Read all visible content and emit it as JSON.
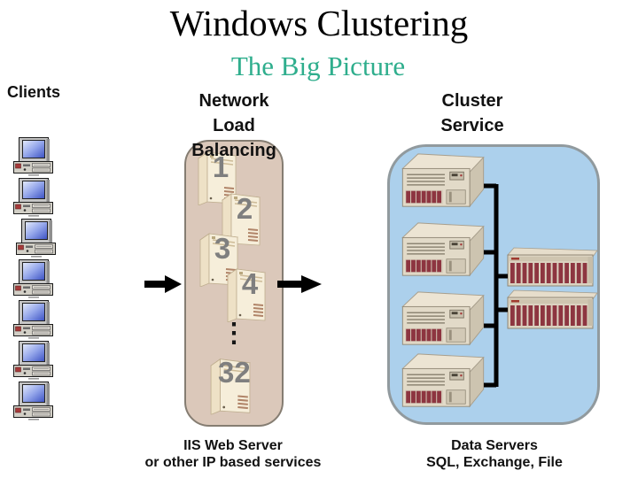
{
  "slide": {
    "title": "Windows Clustering",
    "subtitle": "The Big Picture"
  },
  "clients": {
    "label": "Clients",
    "count": 7
  },
  "nlb": {
    "label_lines": [
      "Network",
      "Load",
      "Balancing"
    ],
    "server_numbers": [
      "1",
      "2",
      "3",
      "4",
      "32"
    ],
    "ellipsis": "⋮",
    "box_color": "#dbc8ba",
    "caption_lines": [
      "IIS Web Server",
      "or other IP based services"
    ]
  },
  "cluster": {
    "label_lines": [
      "Cluster",
      "Service"
    ],
    "server_count": 4,
    "storage_count": 2,
    "box_color": "#acd0ec",
    "caption_lines": [
      "Data Servers",
      "SQL, Exchange, File"
    ]
  },
  "colors": {
    "subtitle_teal": "#2fae8d",
    "server_number_gray": "#7f7f7f",
    "arrow_black": "#000000",
    "drive_red": "#8d3540"
  }
}
